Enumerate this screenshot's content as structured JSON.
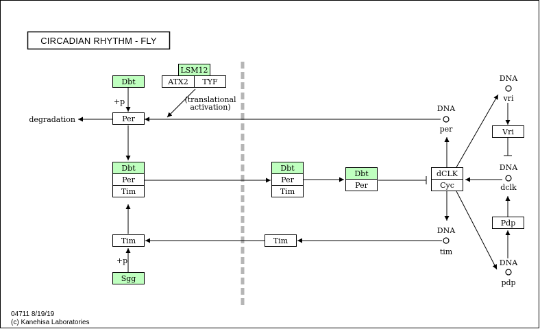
{
  "title": "CIRCADIAN RHYTHM - FLY",
  "footer": {
    "line1": "04711 8/19/19",
    "line2": "(c) Kanehisa Laboratories"
  },
  "colors": {
    "gene_fill": "#bfffbf",
    "membrane": "#b5b5b5",
    "stroke": "#000000"
  },
  "nodes": {
    "dbt_top": "Dbt",
    "per_top": "Per",
    "lsm12": "LSM12",
    "atx2": "ATX2",
    "tyf": "TYF",
    "translational_line1": "(translational",
    "translational_line2": "activation)",
    "degradation": "degradation",
    "plus_p_top": "+p",
    "complex_left": {
      "dbt": "Dbt",
      "per": "Per",
      "tim": "Tim"
    },
    "complex_mid": {
      "dbt": "Dbt",
      "per": "Per",
      "tim": "Tim"
    },
    "dbt_per_right": {
      "dbt": "Dbt",
      "per": "Per"
    },
    "dclk": "dCLK",
    "cyc": "Cyc",
    "tim_left": "Tim",
    "tim_mid": "Tim",
    "plus_p_bottom": "+p",
    "sgg": "Sgg",
    "dna_per": {
      "dna": "DNA",
      "gene": "per"
    },
    "dna_tim": {
      "dna": "DNA",
      "gene": "tim"
    },
    "dna_vri": {
      "dna": "DNA",
      "gene": "vri"
    },
    "vri": "Vri",
    "dna_clk": {
      "dna": "DNA",
      "gene": "dclk"
    },
    "pdp": "Pdp",
    "dna_pdp": {
      "dna": "DNA",
      "gene": "pdp"
    }
  }
}
